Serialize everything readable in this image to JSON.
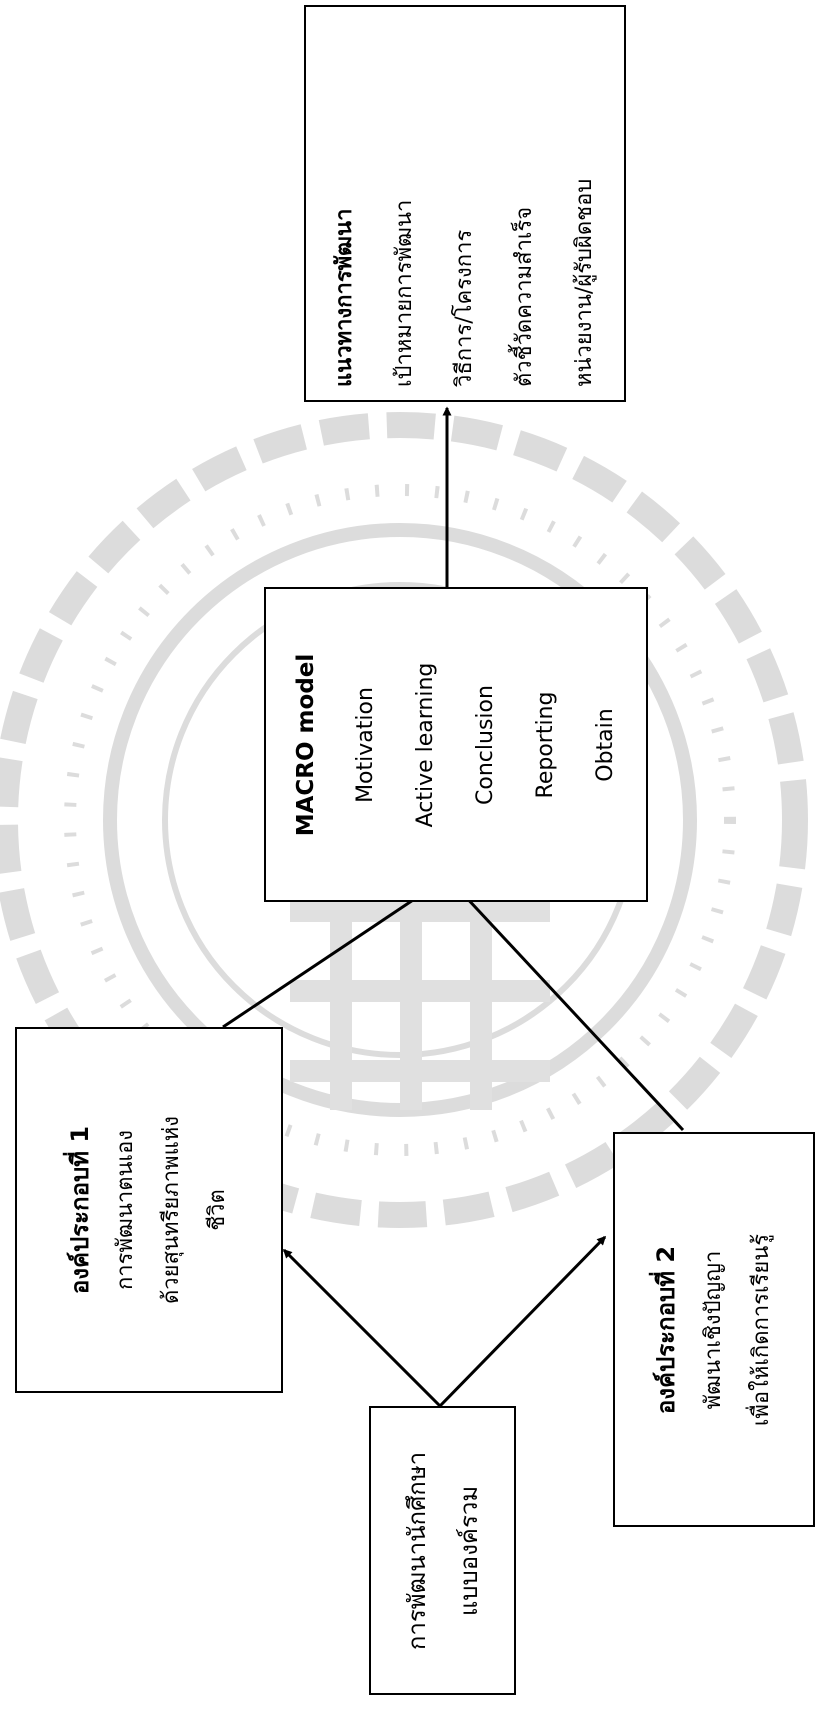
{
  "diagram": {
    "start_box": {
      "lines": [
        "การพัฒนานักศึกษา",
        "แบบองค์รวม"
      ]
    },
    "component_1": {
      "title": "องค์ประกอบที่ 1",
      "lines": [
        "การพัฒนาตนเอง",
        "ด้วยสุนทรียภาพแห่ง",
        "ชีวิต"
      ]
    },
    "component_2": {
      "title": "องค์ประกอบที่ 2",
      "lines": [
        "พัฒนาเชิงปัญญา",
        "เพื่อให้เกิดการเรียนรู้"
      ]
    },
    "macro_model": {
      "title": "MACRO model",
      "lines": [
        "Motivation",
        "Active learning",
        "Conclusion",
        "Reporting",
        "Obtain"
      ]
    },
    "development_guide": {
      "title": "แนวทางการพัฒนา",
      "lines": [
        "เป้าหมายการพัฒนา",
        "วิธีการ/โครงการ",
        "ตัวชี้วัดความสำเร็จ",
        "หน่วยงาน/ผู้รับผิดชอบ"
      ]
    },
    "arrow_color": "#000000",
    "watermark_color": "#d9d9d9"
  }
}
